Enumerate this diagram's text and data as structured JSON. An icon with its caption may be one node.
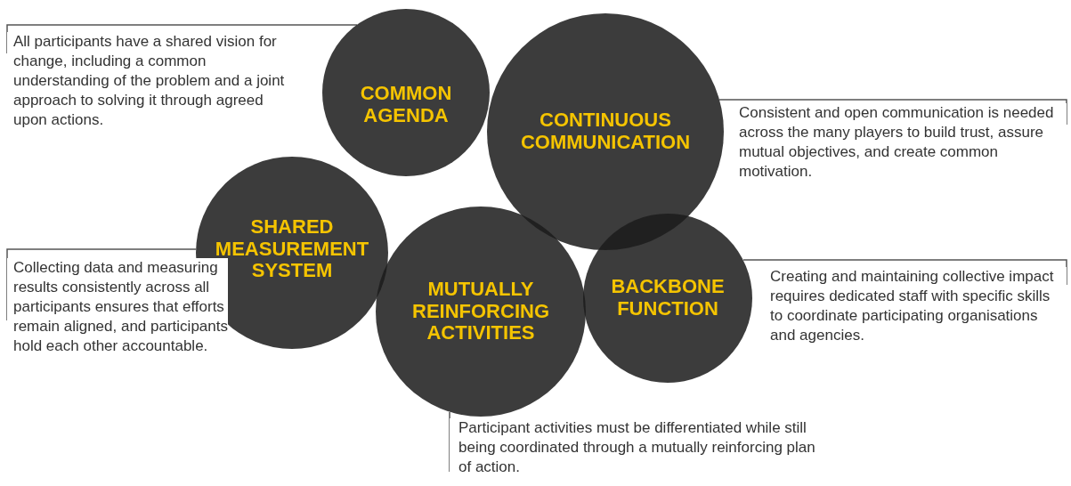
{
  "diagram": {
    "nodes": [
      {
        "text": [
          "All participants have a shared vision for change, including a common understanding of the problem and a joint approach to solving it through agreed upon actions."
        ]
      },
      {
        "text": [
          "COMMON AGENDA"
        ]
      },
      {
        "text": [
          "CONTINUOUS COMMUNICATION"
        ]
      },
      {
        "text": [
          "Consistent and open communication is needed across the many players to build trust, assure mutual objectives, and create common motivation."
        ]
      },
      {
        "text": [
          "SHARED MEASUREMENT SYSTEM"
        ]
      },
      {
        "text": [
          "MUTUALLY REINFORCING ACTIVITIES"
        ]
      },
      {
        "text": [
          "BACKBONE FUNCTION"
        ]
      },
      {
        "text": [
          "Creating and maintaining collective impact requires dedicated staff with specific skills to coordinate participating organisations and agencies."
        ]
      },
      {
        "text": [
          "Collecting data and measuring results consistently across all participants ensures that efforts remain aligned, and participants hold each other accountable."
        ]
      },
      {
        "text": [
          "Participant activities must be differentiated while still being coordinated through a mutually reinforcing plan of action."
        ]
      }
    ],
    "edges": [
      {
        "from": 0,
        "to": 1,
        "arrow": "none"
      },
      {
        "from": 3,
        "to": 2,
        "arrow": "none"
      },
      {
        "from": 7,
        "to": 6,
        "arrow": "none"
      },
      {
        "from": 8,
        "to": 4,
        "arrow": "none"
      },
      {
        "from": 9,
        "to": 5,
        "arrow": "none"
      }
    ]
  }
}
